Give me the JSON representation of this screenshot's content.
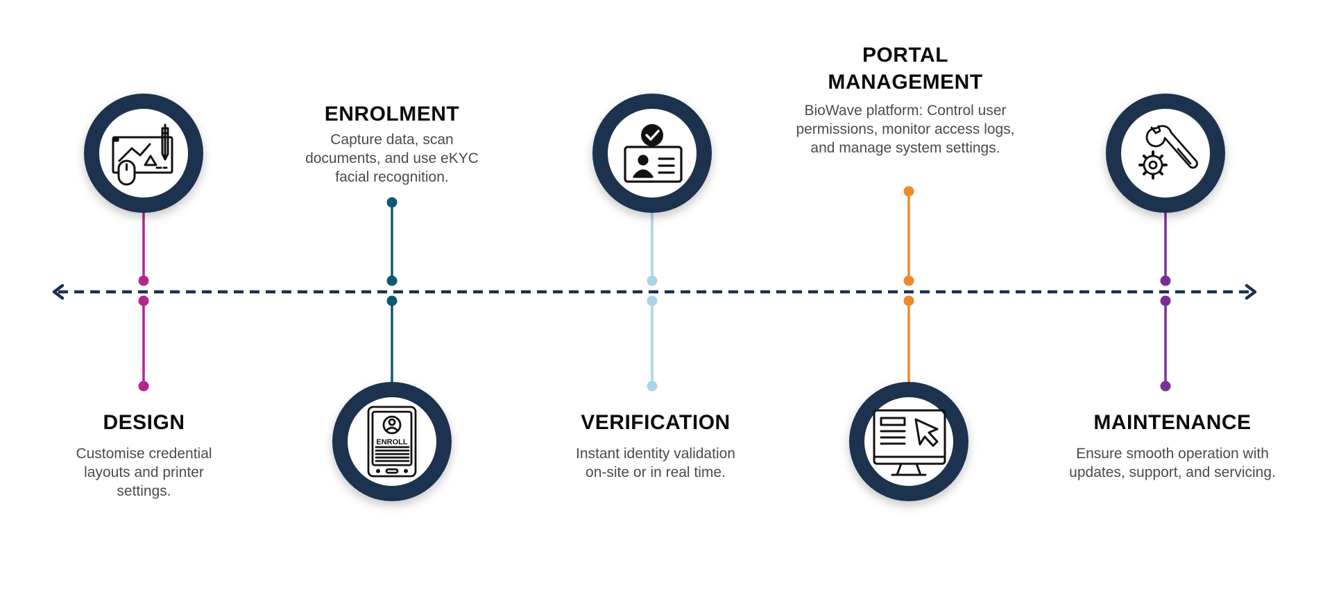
{
  "colors": {
    "navy": "#1b3150",
    "design": "#b3268f",
    "enrolment": "#0f5873",
    "verification": "#a9d4ea",
    "portal": "#ec8a2c",
    "maintenance": "#7a2f96",
    "timeline": "#1b3150",
    "title_text": "#0b0b0b",
    "body_text": "#4a4a4a"
  },
  "stages": [
    {
      "id": "design",
      "title": "DESIGN",
      "description": "Customise credential layouts and printer settings.",
      "icon": "design-tablet-pen-icon",
      "color_key": "design"
    },
    {
      "id": "enrolment",
      "title": "ENROLMENT",
      "description": "Capture data, scan documents, and use eKYC facial recognition.",
      "icon": "enroll-device-icon",
      "icon_text": "ENROLL",
      "color_key": "enrolment"
    },
    {
      "id": "verification",
      "title": "VERIFICATION",
      "description": "Instant identity validation on-site or in real time.",
      "icon": "verified-id-card-icon",
      "color_key": "verification"
    },
    {
      "id": "portal",
      "title": "PORTAL MANAGEMENT",
      "description": "BioWave platform: Control user permissions, monitor access logs, and manage system settings.",
      "icon": "monitor-cursor-icon",
      "color_key": "portal"
    },
    {
      "id": "maintenance",
      "title": "MAINTENANCE",
      "description": "Ensure smooth operation with updates, support, and servicing.",
      "icon": "wrench-gear-icon",
      "color_key": "maintenance"
    }
  ]
}
